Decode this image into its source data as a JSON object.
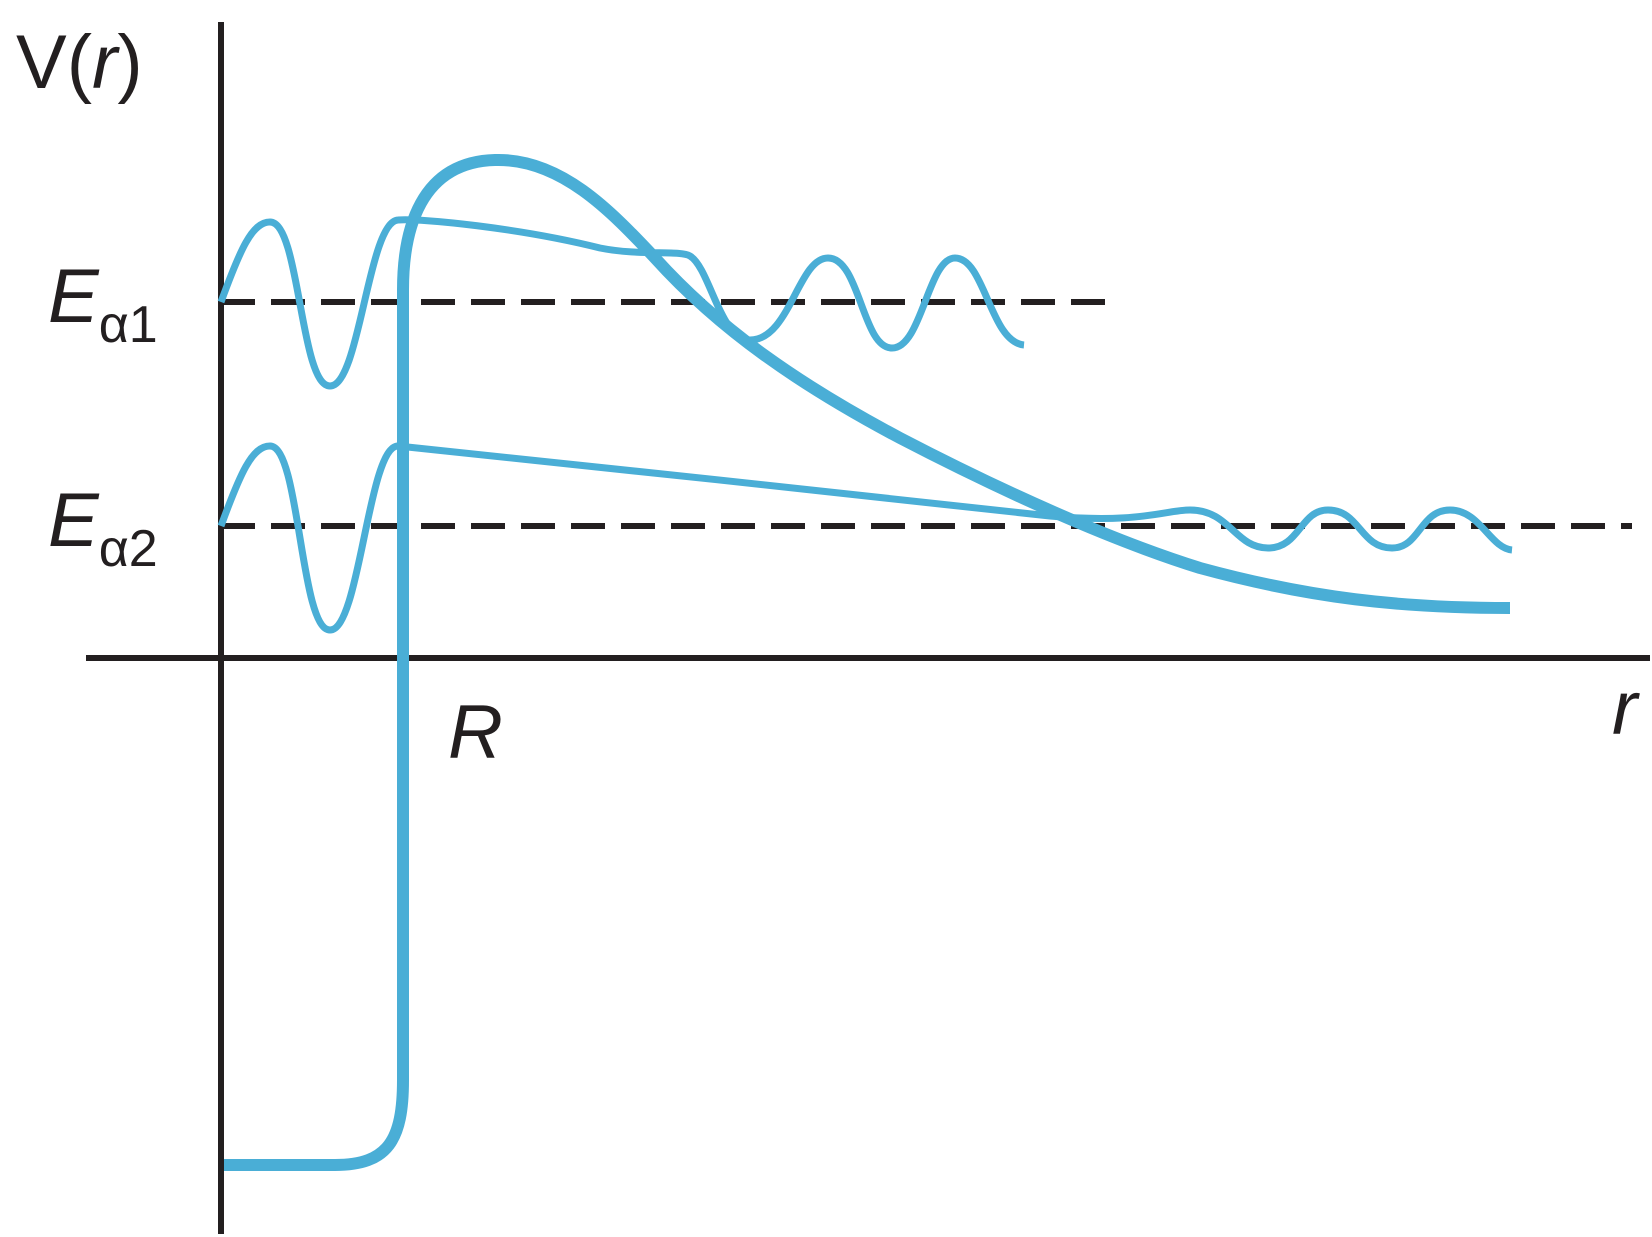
{
  "colors": {
    "curve": "#4aaed6",
    "axis": "#231f20"
  },
  "labels": {
    "y_axis_V": "V(",
    "y_axis_r": "r",
    "y_axis_close": ")",
    "x_axis": "r",
    "radius": "R",
    "energy1_symbol": "E",
    "energy1_subscript": "α1",
    "energy2_symbol": "E",
    "energy2_subscript": "α2"
  }
}
